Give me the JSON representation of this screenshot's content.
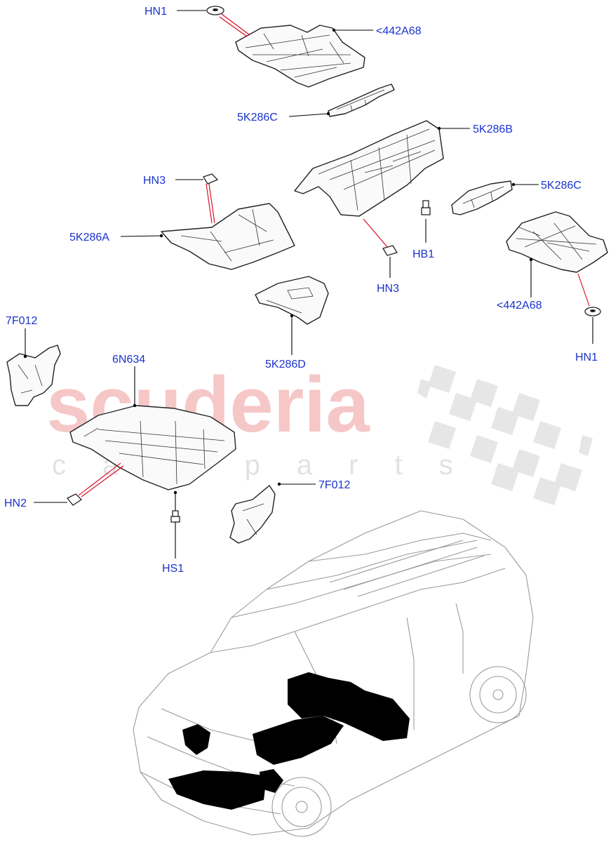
{
  "watermark": {
    "title": "scuderia",
    "subtitle": "car parts",
    "title_color": "#f6c7c7",
    "subtitle_color": "#e2e2e2"
  },
  "callouts": {
    "hn1_top": "HN1",
    "a442_top": "<442A68",
    "k286c_left": "5K286C",
    "k286b": "5K286B",
    "hn3_top": "HN3",
    "k286c_right": "5K286C",
    "k286a": "5K286A",
    "hb1": "HB1",
    "hn3_bottom": "HN3",
    "a442_right": "<442A68",
    "f012_left": "7F012",
    "k286d": "5K286D",
    "hn1_right": "HN1",
    "n634": "6N634",
    "hn2": "HN2",
    "f012_bottom": "7F012",
    "hs1": "HS1"
  },
  "colors": {
    "callout_text": "#1a33cc",
    "leader_line": "#000000",
    "reference_line": "#d6001c",
    "vehicle_outline": "#9a9a9a",
    "shield_highlight": "#000000"
  }
}
